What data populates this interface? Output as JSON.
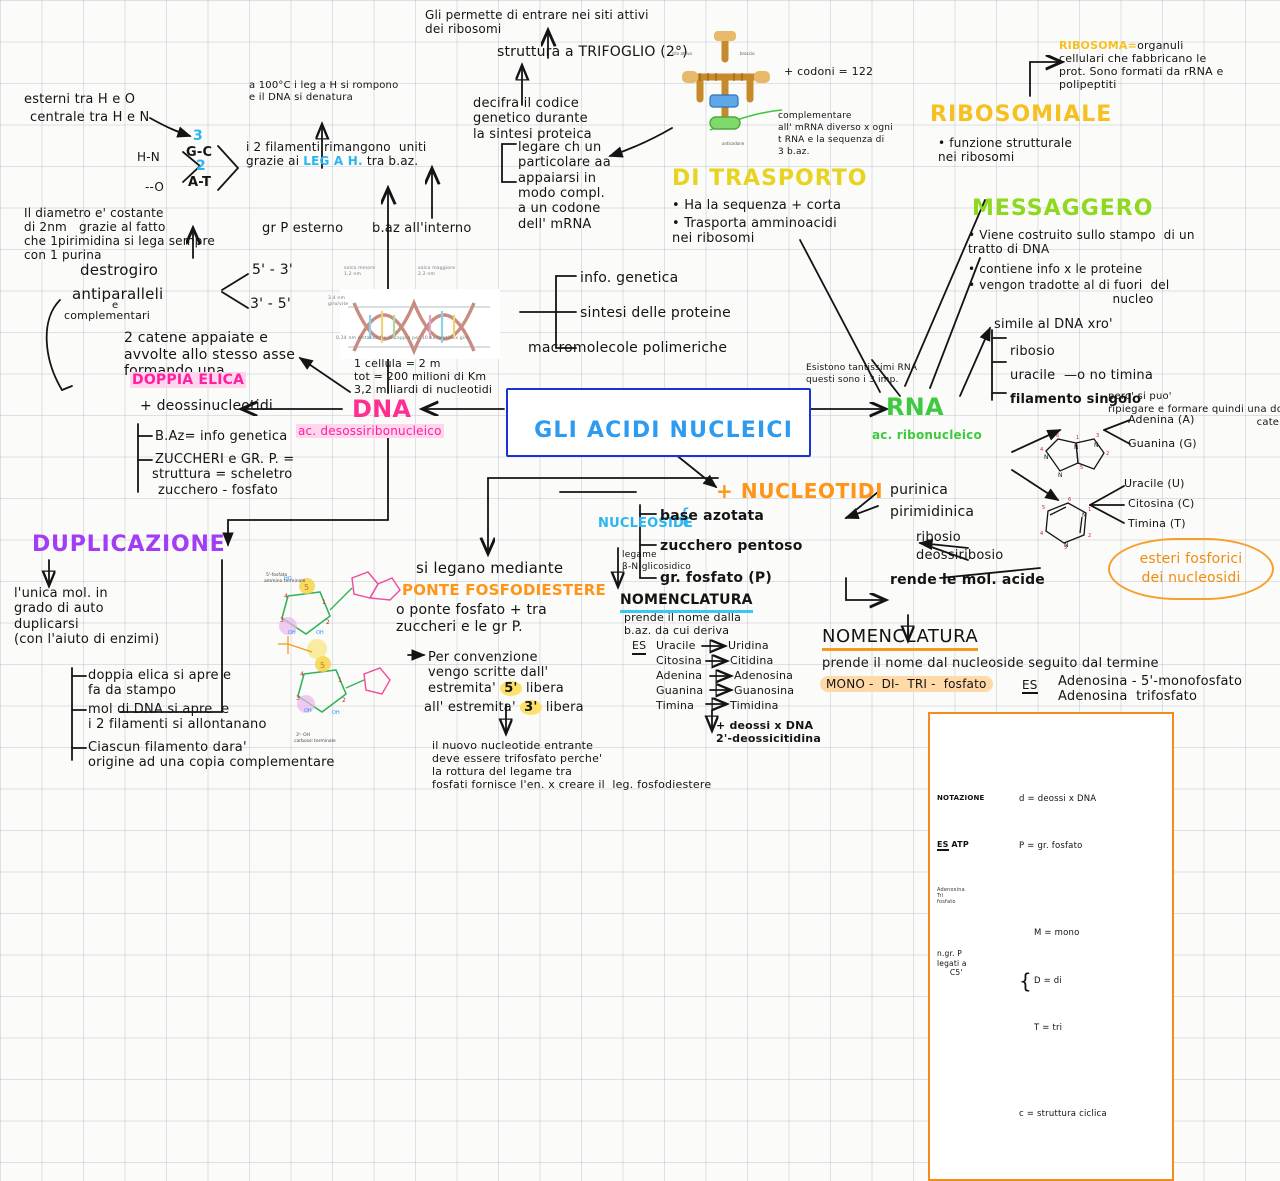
{
  "title": "GLI ACIDI NUCLEICI",
  "center": {
    "label": "GLI ACIDI NUCLEICI"
  },
  "dna": {
    "label": "DNA",
    "subtitle": "ac. desossiribonucleico",
    "bullets": [
      "+ deossinucleotidi",
      "B.Az= info genetica",
      "ZUCCHERI e GR. P. =",
      "struttura = scheletro",
      "zucchero - fosfato"
    ],
    "h_bonds": {
      "line1": "esterni tra H e O",
      "line2": "centrale tra H e N",
      "pair_gc": "G-C",
      "pair_gc_count": "3",
      "pair_at": "A-T",
      "pair_at_count": "2",
      "donor": "H-N",
      "acceptor": "--O"
    },
    "diameter_note": "Il diametro e' costante\ndi 2nm   grazie al fatto\nche 1pirimidina si lega sempre\ncon 1 purina",
    "strands_note": "i 2 filamenti rimangono  uniti\ngrazie ai",
    "strands_highlight": "LEG A H.",
    "strands_note2": "tra b.az.",
    "denature_note": "a 100°C i leg a H si rompono\ne il DNA si denatura",
    "orientation": [
      "destrogiro",
      "antiparalleli",
      "e",
      "complementari"
    ],
    "ends": [
      "5' - 3'",
      "3' - 5'"
    ],
    "chains_note": "2 catene appaiate e\navvolte allo stesso asse\nformando una",
    "double_helix": "DOPPIA ELICA",
    "gr_p": "gr P esterno",
    "bases_in": "b.az all'interno",
    "stats": "1 cellula = 2 m\ntot = 200 milioni di Km\n3,2 miliardi di nucleotidi",
    "helix_caption_left": "solco minore\n1,2 nm",
    "helix_caption_right": "solco maggiore\n2,2 nm",
    "helix_caption_h": "3,4 nm\ngiro/vite",
    "helix_caption_bottom": "0,34 nm\ndistanza fra le coppie per 10 nucleotidi x giro"
  },
  "functions": {
    "items": [
      "info. genetica",
      "sintesi delle proteine",
      "macromolecole polimeriche"
    ]
  },
  "rna": {
    "label": "RNA",
    "subtitle": "ac. ribonucleico",
    "intro": "Esistono tantissimi RNA\nquesti sono i 3 imp.",
    "compare_head": "simile al DNA xro'",
    "compare": [
      "ribosio",
      "uracile  —o no timina",
      "filamento singolo"
    ],
    "compare_tail": "pero' si puo'\nripiegare e formare quindi una doppia\n                                            catena",
    "transfer": {
      "title": "DI TRASPORTO",
      "bullets": [
        "Ha la sequenza + corta",
        "Trasporta amminoacidi\nnei ribosomi"
      ],
      "codons": "+ codoni = 122",
      "complementary": "complementare\nall' mRNA diverso x ogni\nt RNA e la sequenza di\n3 b.az.",
      "cloverleaf": "struttura a TRIFOGLIO (2°)",
      "active_sites": "Gli permette di entrare nei siti attivi\ndei ribosomi",
      "decode": "decifra il codice\ngenetico durante\nla sintesi proteica",
      "decode_sub": "legare ch un\nparticolare aa\nappaiarsi in\nmodo compl.\na un codone\ndell' mRNA",
      "trna_labels": {
        "acceptor": "sito\nattivo",
        "anticodon": "anticodone",
        "arm": "braccio\naccettore"
      }
    },
    "ribosomal": {
      "title": "RIBOSOMIALE",
      "bullets": [
        "funzione strutturale\nnei ribosomi"
      ],
      "note_title": "RIBOSOMA=",
      "note_body": "organuli\ncellulari che fabbricano le\nprot. Sono formati da rRNA e\npolipeptiti"
    },
    "messenger": {
      "title": "MESSAGGERO",
      "bullets": [
        "Viene costruito sullo stampo  di un\ntratto di DNA",
        "contiene info x le proteine",
        "vengon tradotte al di fuori  del\n                                    nucleo"
      ]
    },
    "bases": {
      "purine": [
        "Adenina (A)",
        "Guanina (G)"
      ],
      "pyrimidine": [
        "Uracile (U)",
        "Citosina (C)",
        "Timina (T)"
      ]
    }
  },
  "nucleotides": {
    "label": "+ NUCLEOTIDI",
    "nucleoside": "NUCLEOSIDE",
    "parts": [
      "base azotata",
      "zucchero pentoso",
      "gr. fosfato (P)"
    ],
    "base_types": [
      "purinica",
      "pirimidinica"
    ],
    "sugar_types": [
      "ribosio",
      "deossiribosio"
    ],
    "acid_note": "rende le mol. acide",
    "glycosidic": "legame\nβ-N-glicosidico",
    "bond_title_a": "si legano mediante",
    "bond_title_b": "PONTE FOSFODIESTERE",
    "bond_sub": "o ponte fosfato + tra\nzuccheri e le gr P.",
    "convention": "Per convenzione\nvengo scritte dall'\nestremita'",
    "convention_5": "5'",
    "convention_5b": "libera",
    "convention_3_pre": "all' estremita'",
    "convention_3": "3'",
    "convention_3b": "libera",
    "entering_note": "il nuovo nucleotide entrante\ndeve essere trifosfato perche'\nla rottura del legame tra\nfosfati fornisce l'en. x creare il  leg. fosfodiestere",
    "cloud": "esteri fosforici\ndei nucleosidi"
  },
  "nomenclature_nucleoside": {
    "title": "NOMENCLATURA",
    "rule": "prende il nome dalla\nb.az. da cui deriva",
    "es_label": "ES",
    "pairs": [
      {
        "from": "Uracile",
        "to": "Uridina"
      },
      {
        "from": "Citosina",
        "to": "Citidina"
      },
      {
        "from": "Adenina",
        "to": "Adenosina"
      },
      {
        "from": "Guanina",
        "to": "Guanosina"
      },
      {
        "from": "Timina",
        "to": "Timidina"
      }
    ],
    "footnote": "+ deossi x DNA\n2'-deossicitidina"
  },
  "nomenclature_nucleotide": {
    "title": "NOMENCLATURA",
    "rule": "prende il nome dal nucleoside seguito dal termine",
    "chip": "MONO -  DI-  TRI -  fosfato",
    "es_label": "ES",
    "examples": "Adenosina - 5'-monofosfato\nAdenosina  trifosfato"
  },
  "notation_box": {
    "title": "NOTAZIONE",
    "es_label": "ES",
    "es_value": "ATP",
    "es_sub": "Adenosina\nTri\nfosfato",
    "left_note": "n.gr. P\nlegati a\n     C5'",
    "lines": [
      "d = deossi x DNA",
      "P = gr. fosfato"
    ],
    "brace": [
      "M = mono",
      "D = di",
      "T = tri"
    ],
    "last": "c = struttura ciclica"
  },
  "duplication": {
    "title": "DUPLICAZIONE",
    "intro": "l'unica mol. in\ngrado di auto\nduplicarsi\n(con l'aiuto di enzimi)",
    "steps": [
      "doppia elica si apre e\nfa da stampo",
      "mol di DNA si apre  e\ni 2 filamenti si allontanano",
      "Ciascun filamento dara'\norigine ad una copia complementare"
    ],
    "diagram_label": "5'-fosfato\nammino terminale",
    "diagram_label2": "3' - OH"
  },
  "colors": {
    "accent_blue": "#1b33d6",
    "title_blue": "#2f9bf0",
    "dna_pink": "#ff2e93",
    "rna_green": "#3ec93e",
    "nucleotide_orange": "#ff9416",
    "messenger_green": "#8ed81e",
    "ribosome_gold": "#f5c020",
    "transfer_yellow": "#e8d320",
    "duplication_purple": "#a23cf5",
    "cyan": "#29b6f0"
  }
}
